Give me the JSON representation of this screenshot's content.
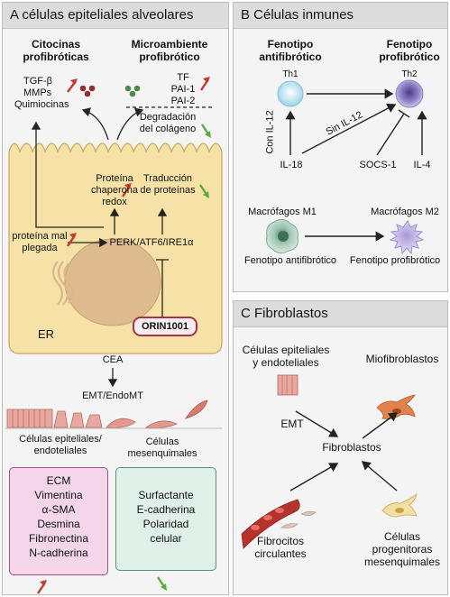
{
  "panel_a": {
    "title": "A células epiteliales alveolares",
    "cytokines_title": [
      "Citocinas",
      "profibróticas"
    ],
    "cytokines": [
      "TGF-β",
      "MMPs",
      "Quimiocinas"
    ],
    "microenv_title": [
      "Microambiente",
      "profibrótico"
    ],
    "microenv_items": [
      "TF",
      "PAI-1",
      "PAI-2"
    ],
    "degradation": [
      "Degradación",
      "del colágeno"
    ],
    "chaperone": [
      "Proteína",
      "chaperona",
      "redox"
    ],
    "translation": [
      "Traducción",
      "de proteínas"
    ],
    "misfolded": [
      "proteína mal",
      "plegada"
    ],
    "perk": "PERK/ATF6/IRE1α",
    "orin": "ORIN1001",
    "er": "ER",
    "cea": "CEA",
    "emt_endomt": "EMT/EndoMT",
    "epithelial_cells": [
      "Células epiteliales/",
      "endoteliales"
    ],
    "mesenchymal_cells": [
      "Células",
      "mesenquimales"
    ],
    "up_markers": [
      "ECM",
      "Vimentina",
      "α-SMA",
      "Desmina",
      "Fibronectina",
      "N-cadherina"
    ],
    "down_markers": [
      "Surfactante",
      "E-cadherina",
      "Polaridad",
      "celular"
    ]
  },
  "panel_b": {
    "title": "B Células inmunes",
    "antifibrotic_phenotype": [
      "Fenotipo",
      "antifibrótico"
    ],
    "profibrotic_phenotype": [
      "Fenotipo",
      "profibrótico"
    ],
    "th1": "Th1",
    "th2": "Th2",
    "con_il12": "Con IL-12",
    "sin_il12": "Sin IL-12",
    "il18": "IL-18",
    "socs1": "SOCS-1",
    "il4": "IL-4",
    "m1": "Macrófagos M1",
    "m2": "Macrófagos M2",
    "m1_phenotype": "Fenotipo antifibrótico",
    "m2_phenotype": "Fenotipo profibrótico"
  },
  "panel_c": {
    "title": "C Fibroblastos",
    "epithelial": [
      "Células epiteliales",
      "y endoteliales"
    ],
    "myofibroblasts": "Miofibroblastos",
    "emt": "EMT",
    "fibroblasts": "Fibroblastos",
    "fibrocytes": [
      "Fibrocitos",
      "circulantes"
    ],
    "progenitors": [
      "Células",
      "progenitoras",
      "mesenquimales"
    ]
  },
  "colors": {
    "panel_bg": "#f4f4f4",
    "header_bg": "#dcdcdc",
    "cell_fill": "#f6e2a6",
    "nucleus": "#ddbb8e",
    "up_arrow": "#c23a2e",
    "down_arrow": "#5bab3e",
    "orin_border": "#a8324a",
    "box_pink": "#f3d6e7",
    "box_green": "#dff0e9"
  }
}
